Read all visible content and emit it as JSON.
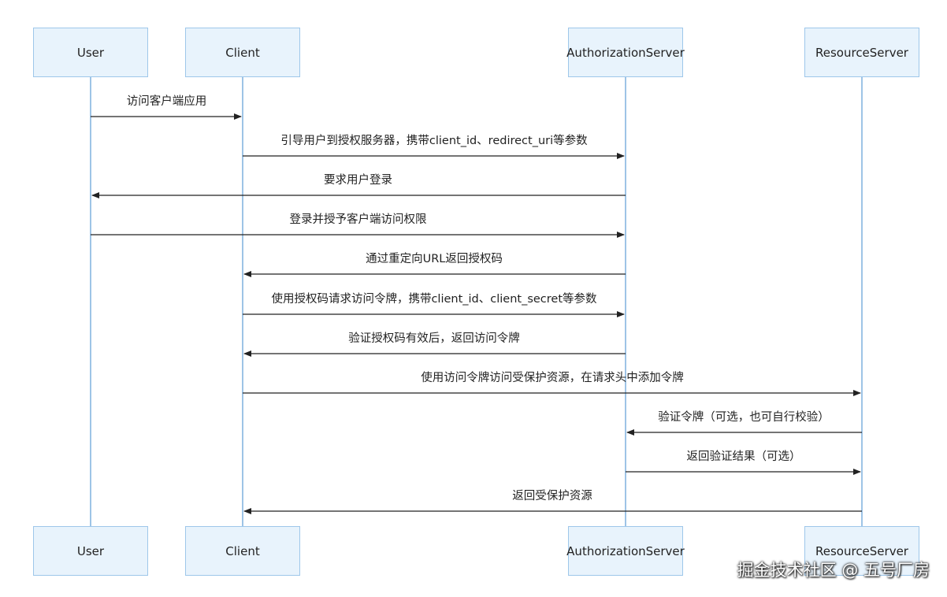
{
  "actors": [
    {
      "id": "user",
      "label": "User"
    },
    {
      "id": "client",
      "label": "Client"
    },
    {
      "id": "auth",
      "label": "AuthorizationServer"
    },
    {
      "id": "resource",
      "label": "ResourceServer"
    }
  ],
  "messages": [
    {
      "from": "user",
      "to": "client",
      "label": "访问客户端应用"
    },
    {
      "from": "client",
      "to": "auth",
      "label": "引导用户到授权服务器，携带client_id、redirect_uri等参数"
    },
    {
      "from": "auth",
      "to": "user",
      "label": "要求用户登录"
    },
    {
      "from": "user",
      "to": "auth",
      "label": "登录并授予客户端访问权限"
    },
    {
      "from": "auth",
      "to": "client",
      "label": "通过重定向URL返回授权码"
    },
    {
      "from": "client",
      "to": "auth",
      "label": "使用授权码请求访问令牌，携带client_id、client_secret等参数"
    },
    {
      "from": "auth",
      "to": "client",
      "label": "验证授权码有效后，返回访问令牌"
    },
    {
      "from": "client",
      "to": "resource",
      "label": "使用访问令牌访问受保护资源，在请求头中添加令牌"
    },
    {
      "from": "resource",
      "to": "auth",
      "label": "验证令牌（可选，也可自行校验）"
    },
    {
      "from": "auth",
      "to": "resource",
      "label": "返回验证结果（可选）"
    },
    {
      "from": "resource",
      "to": "client",
      "label": "返回受保护资源"
    }
  ],
  "watermark": "掘金技术社区 @ 五号厂房",
  "colors": {
    "lifeline": "#7fb1de",
    "box_fill": "#e8f3fc",
    "box_border": "#9ec7ea",
    "arrow": "#222222"
  }
}
